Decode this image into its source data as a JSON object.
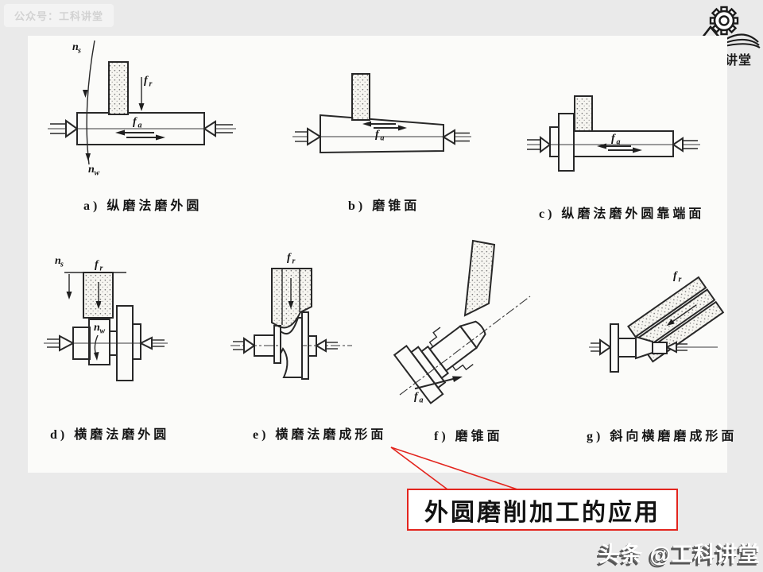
{
  "slide": {
    "badge": "公众号：工科讲堂",
    "logo": {
      "label": "讲堂"
    },
    "watermark": "头条 @工科讲堂",
    "callout": "外圆磨削加工的应用"
  },
  "figure": {
    "diagrams": [
      {
        "key": "a",
        "caption": "a) 纵磨法磨外圆"
      },
      {
        "key": "b",
        "caption": "b) 磨锥面"
      },
      {
        "key": "c",
        "caption": "c) 纵磨法磨外圆靠端面"
      },
      {
        "key": "d",
        "caption": "d) 横磨法磨外圆"
      },
      {
        "key": "e",
        "caption": "e) 横磨法磨成形面"
      },
      {
        "key": "f",
        "caption": "f) 磨锥面"
      },
      {
        "key": "g",
        "caption": "g) 斜向横磨磨成形面"
      }
    ],
    "annotations": {
      "ns": {
        "base": "n",
        "sub": "s"
      },
      "nw": {
        "base": "n",
        "sub": "w"
      },
      "fr": {
        "base": "f",
        "sub": "r"
      },
      "fa": {
        "base": "f",
        "sub": "a"
      }
    },
    "colors": {
      "accent_red": "#e3251e",
      "panel": "#fbfbf9",
      "ink": "#282828"
    }
  }
}
